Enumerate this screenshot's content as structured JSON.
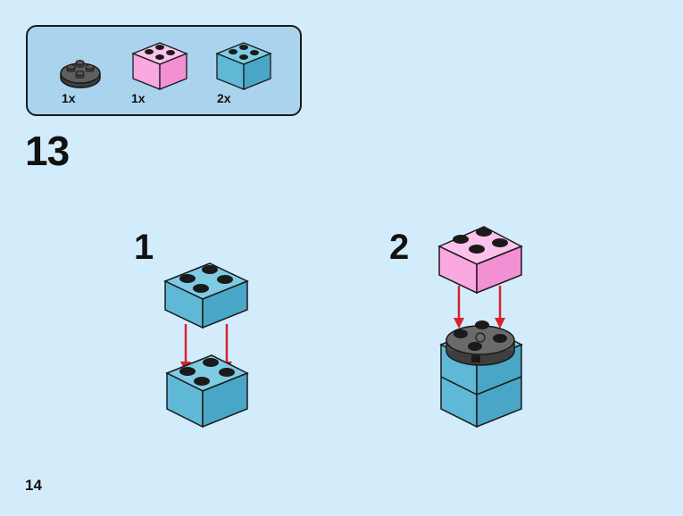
{
  "parts_list": {
    "items": [
      {
        "name": "dark-gray round plate 2x2",
        "color": "#5a5a5a",
        "quantity": "1x"
      },
      {
        "name": "pink brick 2x2",
        "color": "#f9a8e0",
        "quantity": "1x"
      },
      {
        "name": "medium azure brick 2x2",
        "color": "#5fb8d6",
        "quantity": "2x"
      }
    ],
    "background_color": "#aad4ee"
  },
  "step": {
    "number": "13",
    "substeps": [
      {
        "label": "1"
      },
      {
        "label": "2"
      }
    ]
  },
  "page": {
    "number": "14",
    "background_color": "#d3ecfb"
  },
  "colors": {
    "arrow": "#d9212c",
    "azure": "#5fb8d6",
    "pink": "#f9a8e0",
    "dark_gray": "#5a5a5a",
    "outline": "#1a1a1a"
  }
}
